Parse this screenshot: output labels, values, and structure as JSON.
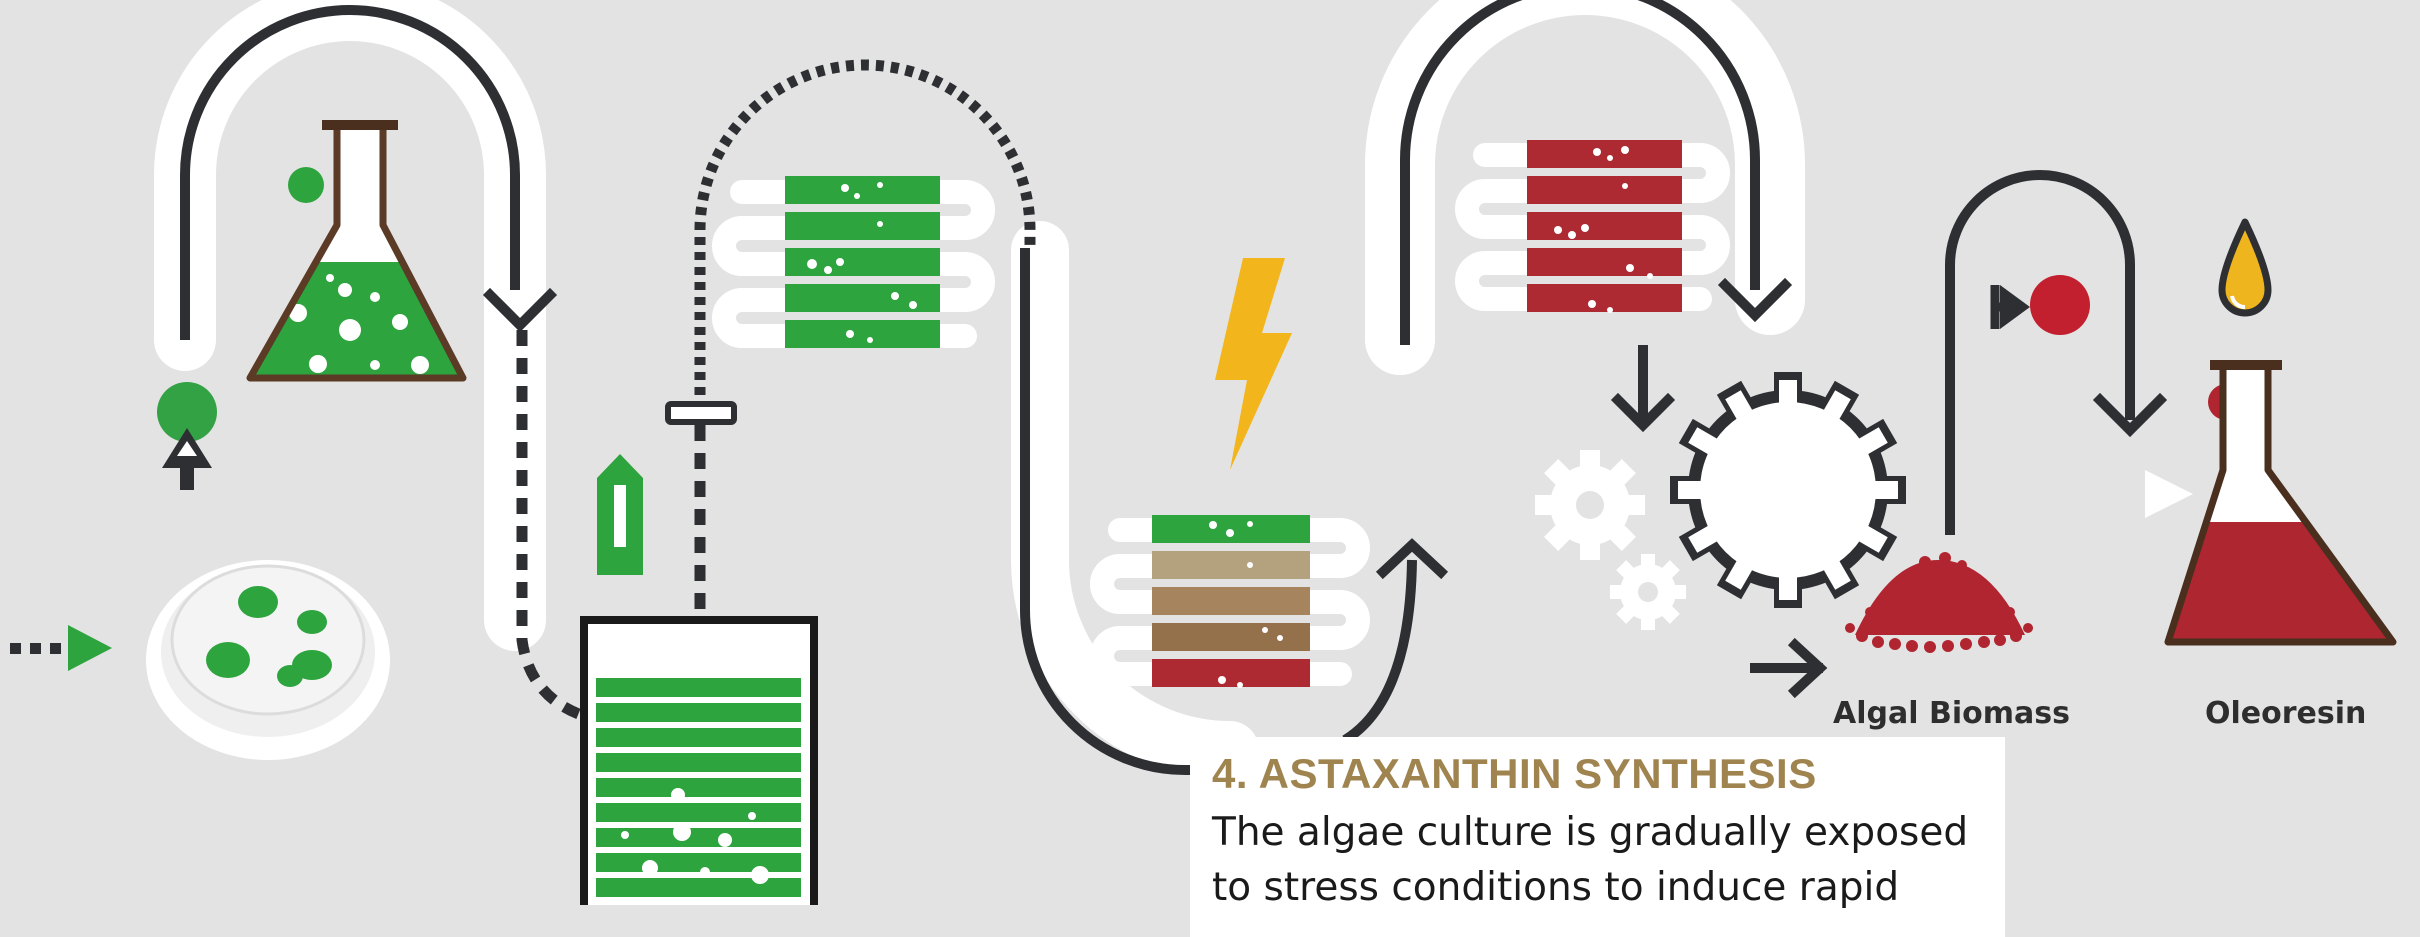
{
  "labels": {
    "algal_biomass": "Algal Biomass",
    "oleoresin": "Oleoresin"
  },
  "info_box": {
    "title": "4. ASTAXANTHIN SYNTHESIS",
    "text": "The algae culture is gradually exposed to stress conditions to induce rapid"
  },
  "colors": {
    "background": "#e3e3e3",
    "pipe": "#2d2f33",
    "pipe_halo": "#ffffff",
    "culture_green": "#2ea43e",
    "stress_red": "#b02530",
    "lightning_yellow": "#f2b51b",
    "oil_yellow": "#eeb51e",
    "title_gold": "#a08450"
  },
  "icons": [
    "petri-dish-icon",
    "flask-icon",
    "photobioreactor-icon",
    "lightning-icon",
    "gear-icon",
    "algal-biomass-pile-icon",
    "oil-drop-icon",
    "arrow-icon"
  ]
}
